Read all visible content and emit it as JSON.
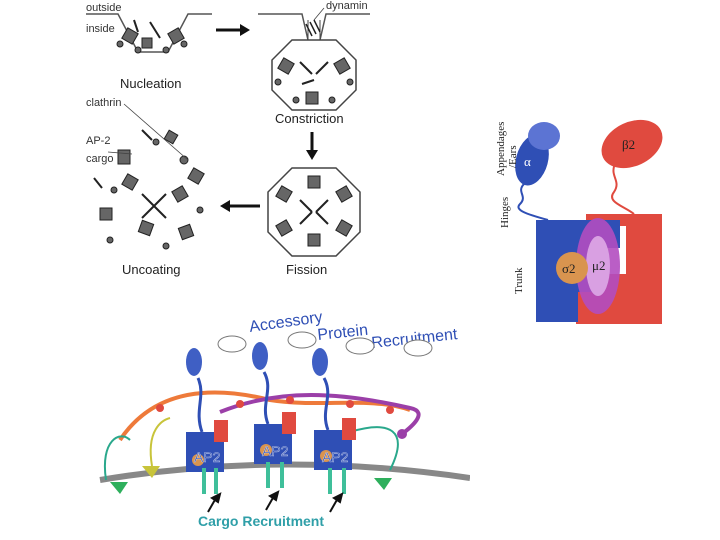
{
  "cycle": {
    "labels": {
      "outside": "outside",
      "inside": "inside",
      "dynamin": "dynamin",
      "clathrin": "clathrin",
      "ap2": "AP-2",
      "cargo": "cargo"
    },
    "stages": {
      "nucleation": "Nucleation",
      "constriction": "Constriction",
      "fission": "Fission",
      "uncoating": "Uncoating"
    }
  },
  "ap2_structure": {
    "appendages": "Appendages",
    "ears": "/Ears",
    "hinges": "Hinges",
    "trunk": "Trunk",
    "alpha": "α",
    "beta2": "β2",
    "sigma2": "σ2",
    "mu2": "μ2"
  },
  "recruitment": {
    "accessory": "Accessory",
    "protein": "Protein",
    "recruitment": "Recruitment",
    "ap2_label": "AP2",
    "cargo_recruitment": "Cargo Recruitment"
  },
  "colors": {
    "blue": "#2f4fb5",
    "red": "#e04a3f",
    "purple": "#9b3fa8",
    "orange": "#ee7a3a",
    "teal": "#2aa88c",
    "green": "#2eaf5c",
    "cargo_text": "#2f9fa8"
  }
}
